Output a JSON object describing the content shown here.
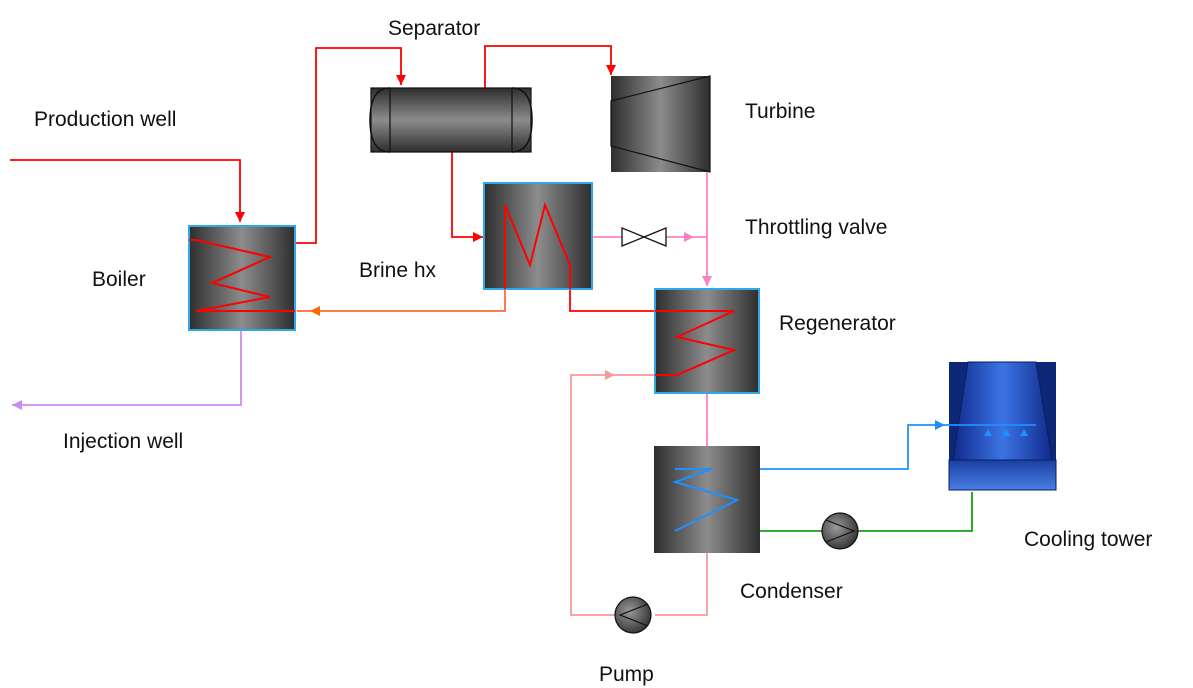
{
  "labels": {
    "separator": "Separator",
    "turbine": "Turbine",
    "production_well": "Production well",
    "throttling_valve": "Throttling valve",
    "boiler": "Boiler",
    "brine_hx": "Brine hx",
    "regenerator": "Regenerator",
    "injection_well": "Injection well",
    "cooling_tower": "Cooling tower",
    "condenser": "Condenser",
    "pump": "Pump"
  },
  "colors": {
    "geothermal_fluid": "#ff0000",
    "brine_return": "#ff6b3d",
    "orange_arrow": "#ff6a00",
    "working_fluid_vapor": "#ff80c0",
    "working_fluid_liquid": "#f59a9a",
    "injection": "#c88cf2",
    "cooling_water_hot": "#1e90ff",
    "cooling_water_cold": "#1aa01a",
    "component_border": "#2fa8e8",
    "component_body_dark": "#303030",
    "component_body_light": "#8a8a8a"
  }
}
